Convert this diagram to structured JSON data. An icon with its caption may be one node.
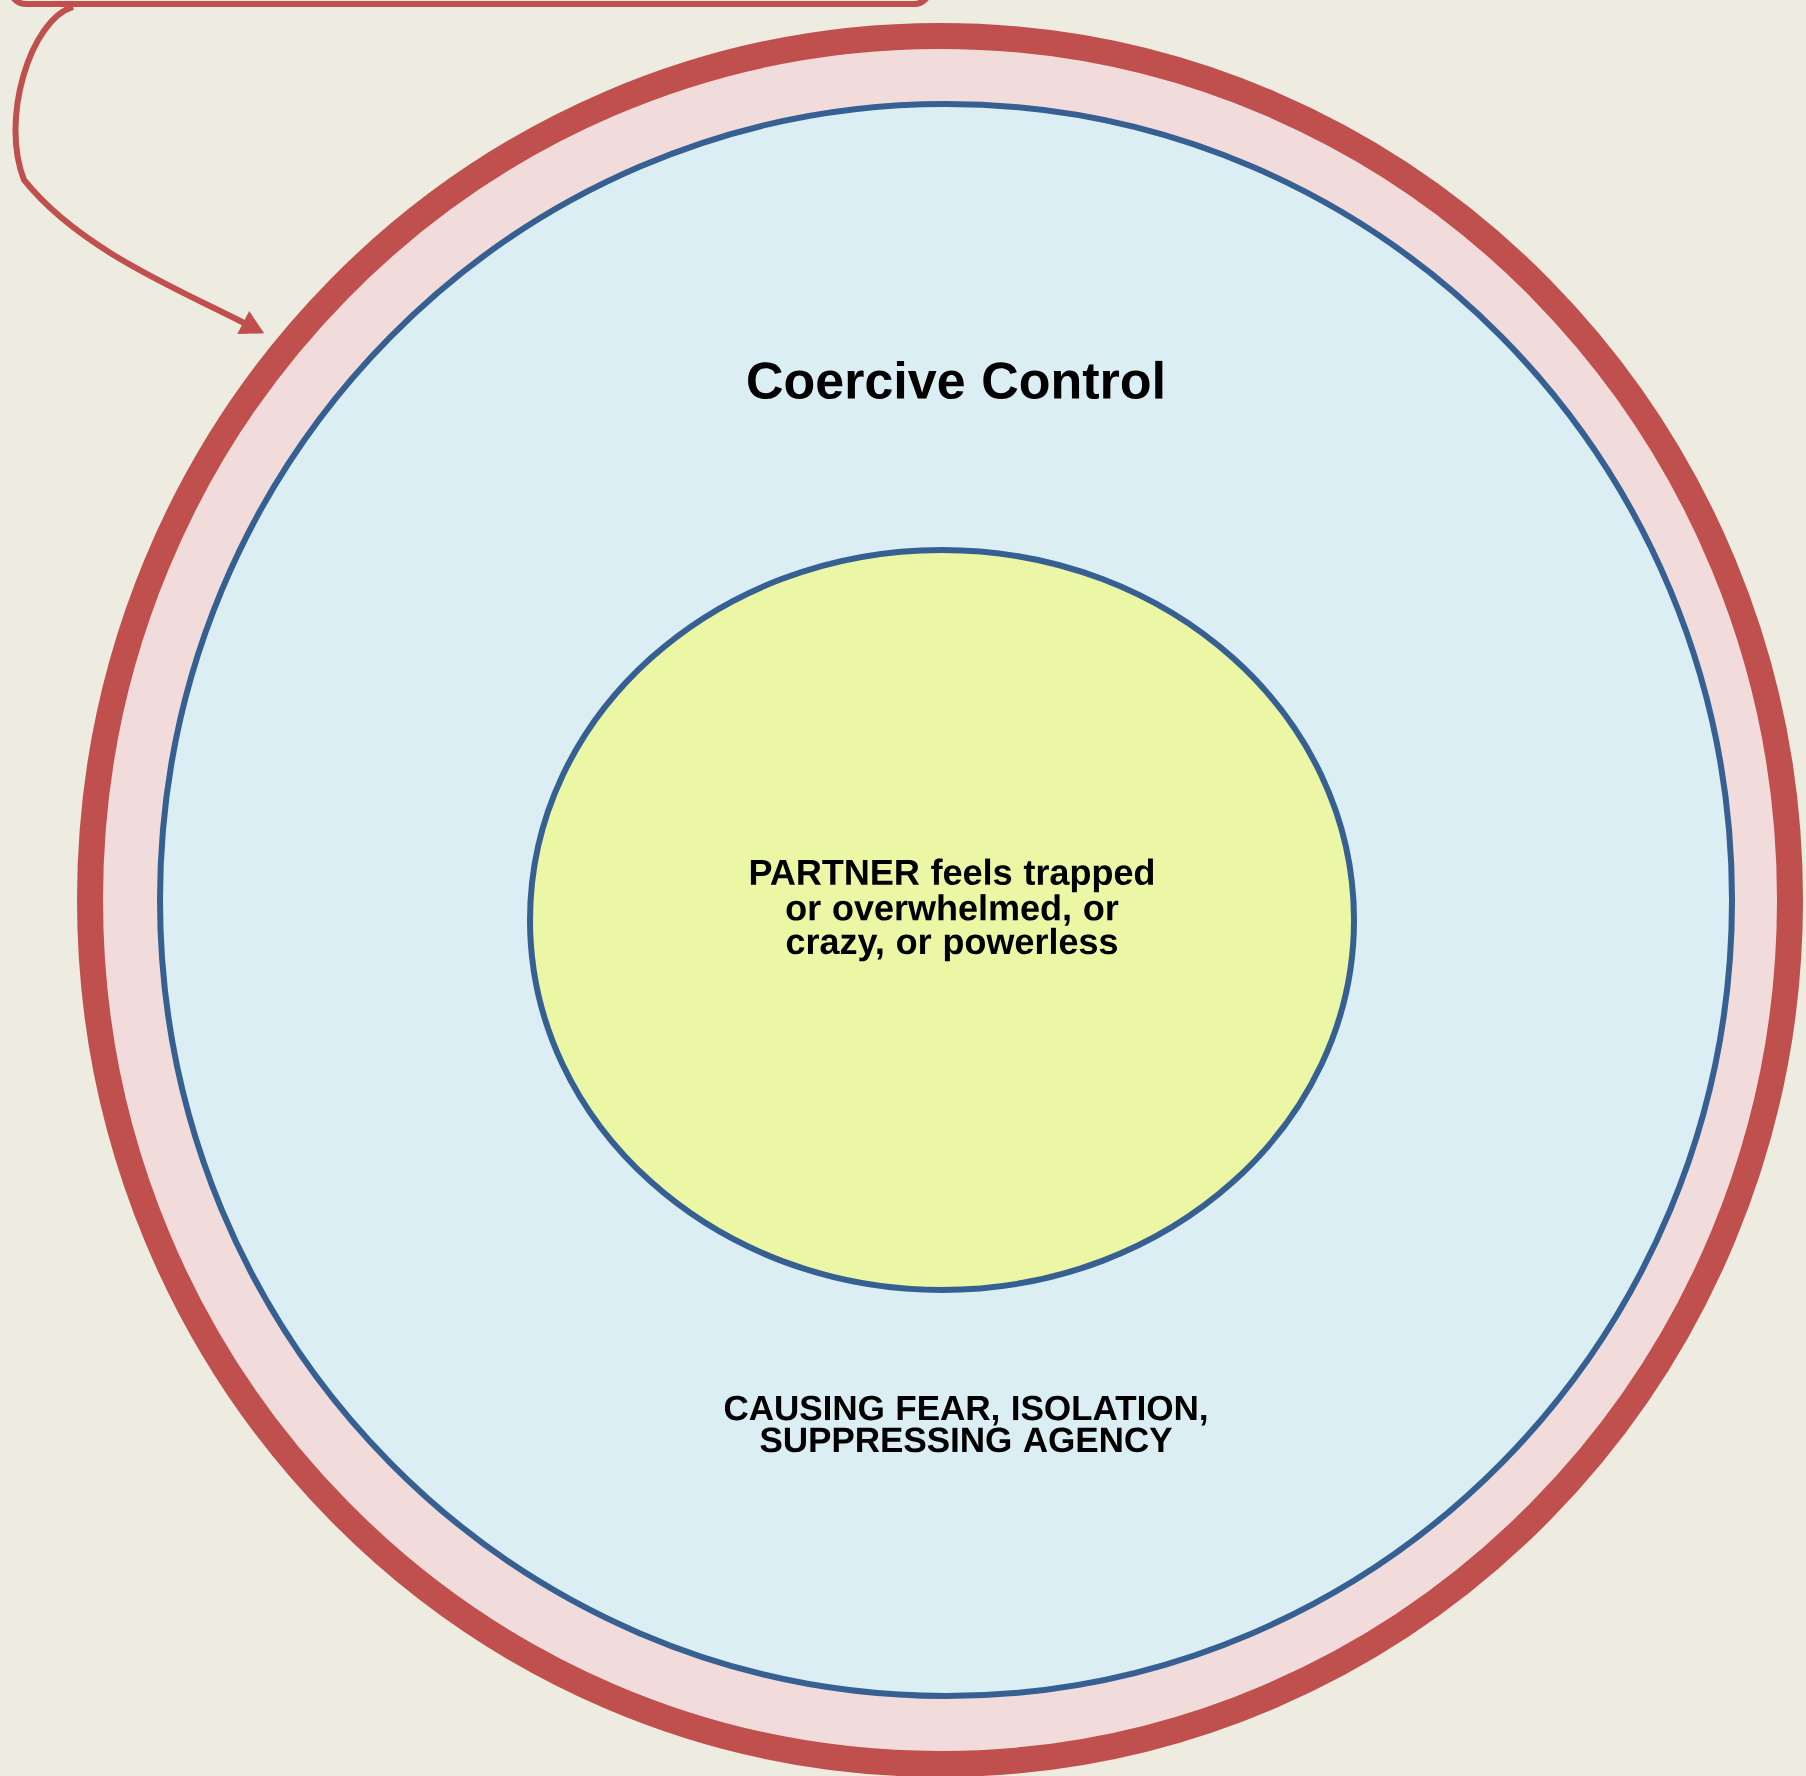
{
  "diagram": {
    "nodes": [
      {
        "text": [],
        "shape": "box"
      },
      {
        "text": [],
        "shape": "circle"
      },
      {
        "text": [
          "Coercive Control",
          "CAUSING FEAR, ISOLATION, SUPPRESSING AGENCY"
        ],
        "in": 1
      },
      {
        "text": [
          "PARTNER feels trapped or overwhelmed, or crazy, or powerless"
        ],
        "in": 2
      }
    ],
    "edges": [
      {
        "from": 0,
        "to": 1,
        "arrow": "to"
      }
    ]
  }
}
